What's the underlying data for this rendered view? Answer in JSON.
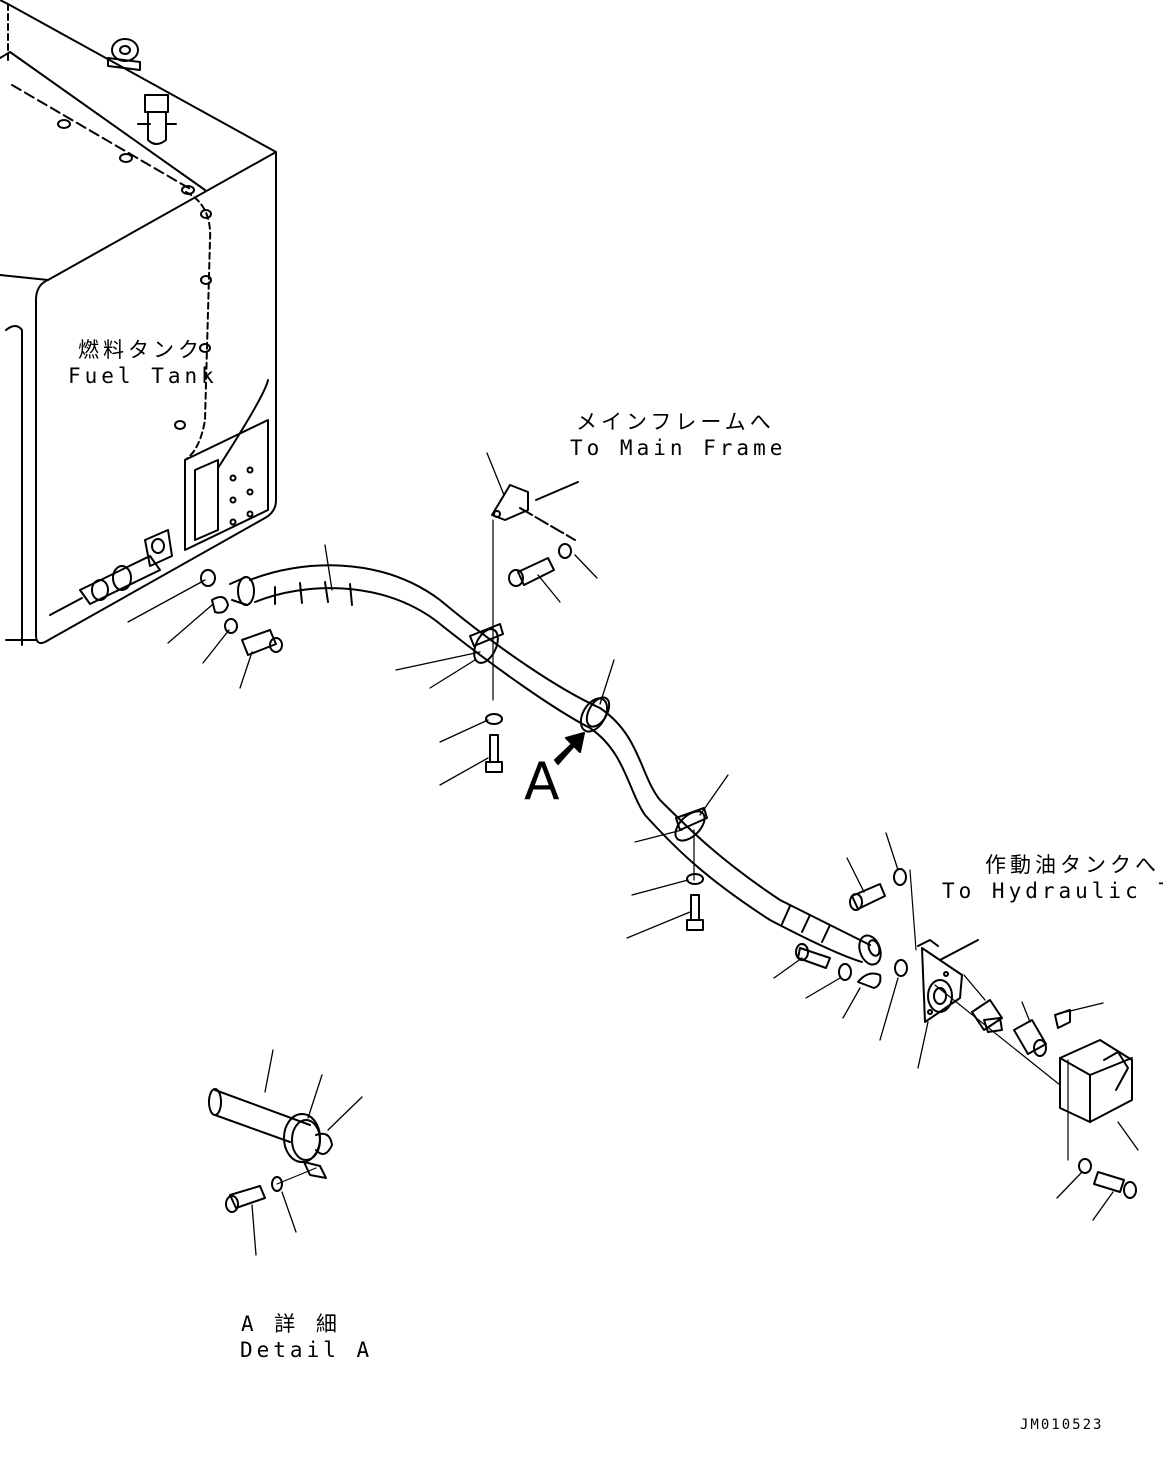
{
  "labels": {
    "fuel_tank_jp": "燃料タンク",
    "fuel_tank_en": "Fuel Tank",
    "main_frame_jp": "メインフレームへ",
    "main_frame_en": "To Main Frame",
    "hydraulic_tank_jp": "作動油タンクへ",
    "hydraulic_tank_en": "To Hydraulic Tank",
    "view_a": "A",
    "detail_a_jp": "A 詳 細",
    "detail_a_en": "Detail A",
    "drawing_code": "JM010523"
  }
}
